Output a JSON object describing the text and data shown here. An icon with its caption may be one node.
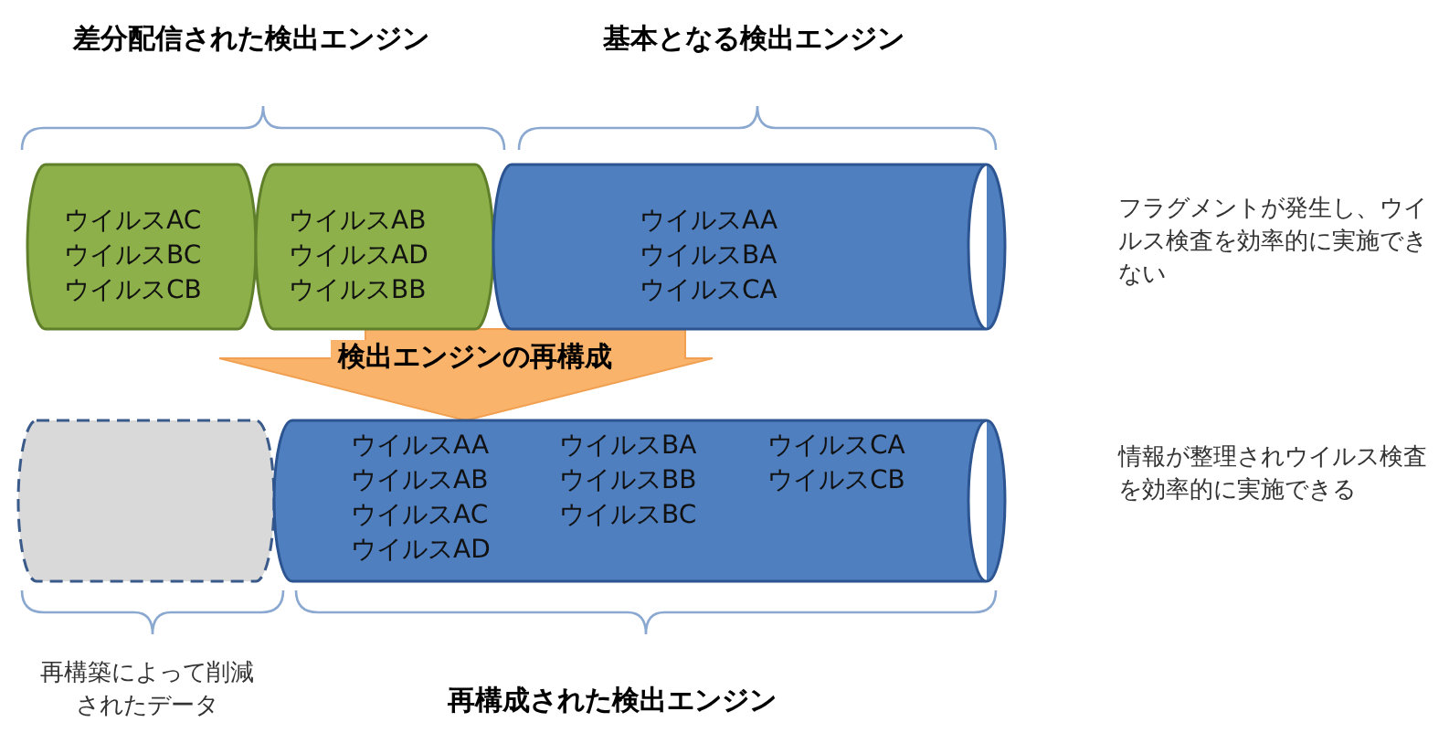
{
  "diagram": {
    "nodes": [
      {
        "text": [
          "ウイルスAC",
          "ウイルスBC",
          "ウイルスCB"
        ]
      },
      {
        "text": [
          "ウイルスAB",
          "ウイルスAD",
          "ウイルスBB"
        ]
      },
      {
        "text": [
          "ウイルスAA",
          "ウイルスBA",
          "ウイルスCA"
        ]
      },
      {
        "text": [],
        "shape": "cylinder"
      },
      {
        "text": [
          "ウイルスAA",
          "ウイルスAB",
          "ウイルスAC",
          "ウイルスAD",
          "ウイルスBA",
          "ウイルスBB",
          "ウイルスBC",
          "ウイルスCA",
          "ウイルスCB"
        ]
      }
    ],
    "edges": [
      {
        "from": 1,
        "to": 4,
        "arrow": "to",
        "label": "検出エンジンの再構成"
      }
    ],
    "labels": [
      "差分配信された検出エンジン",
      "基本となる検出エンジン",
      "フラグメントが発生し、ウイルス検査を効率的に実施できない",
      "情報が整理されウイルス検査を効率的に実施できる",
      "再構築によって削減されたデータ",
      "再構成された検出エンジン"
    ]
  }
}
